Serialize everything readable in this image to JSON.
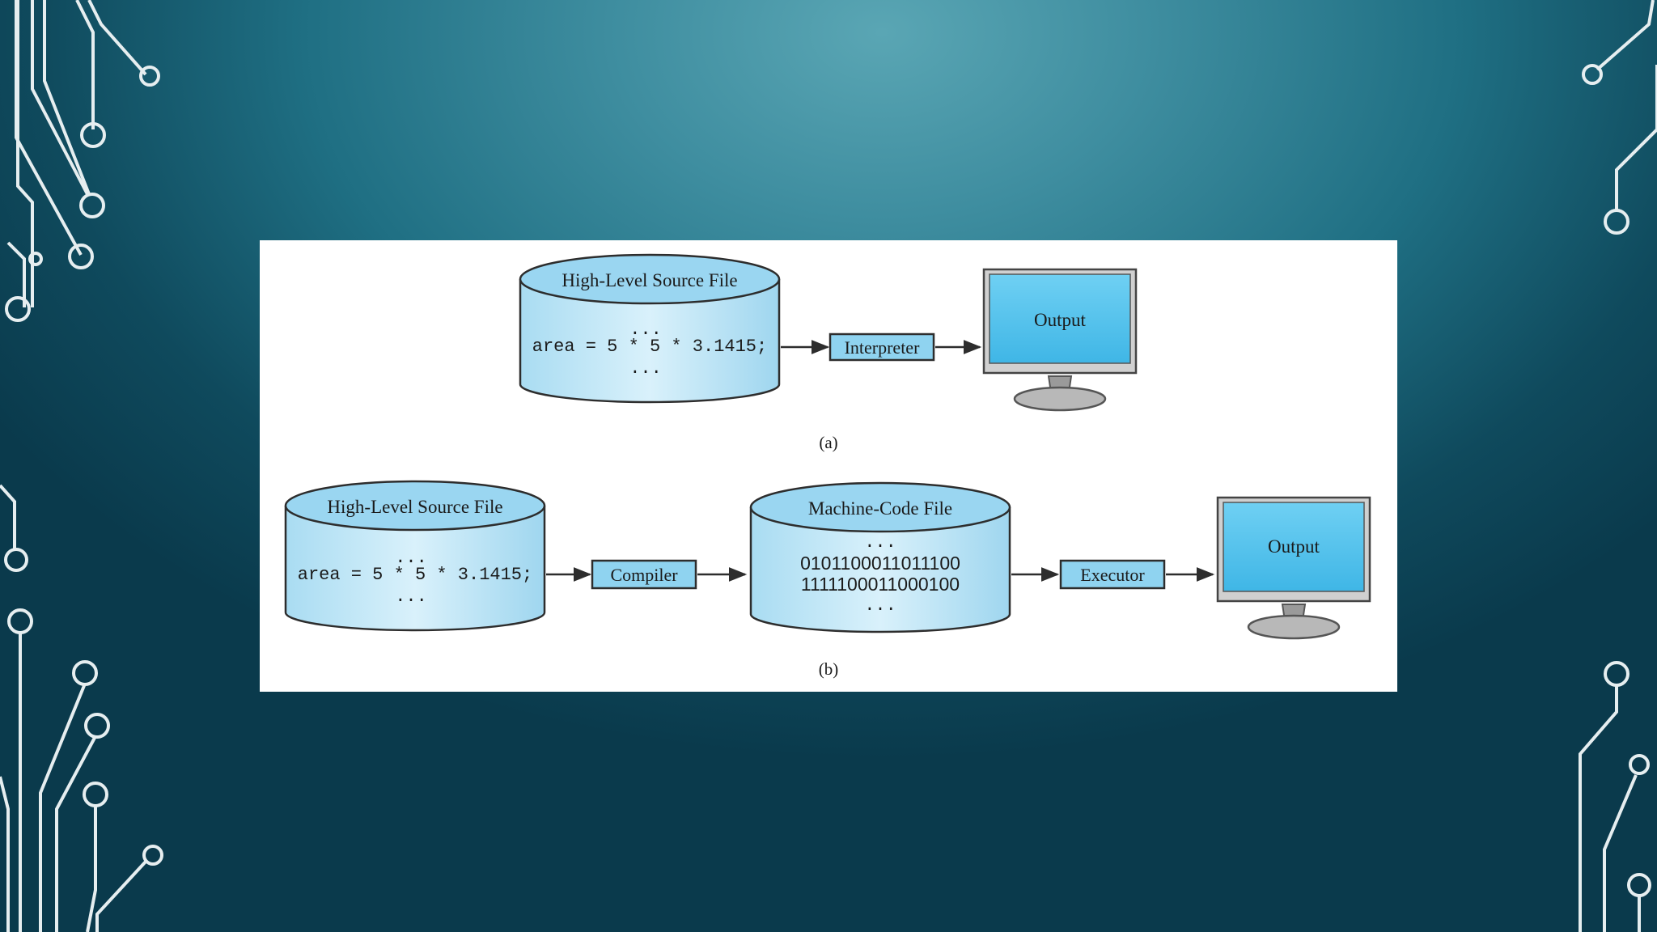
{
  "diagram_a": {
    "source_file": {
      "title": "High-Level Source File",
      "dots_top": "...",
      "code": "area = 5 * 5 * 3.1415;",
      "dots_bottom": "..."
    },
    "process": "Interpreter",
    "monitor": "Output",
    "caption": "(a)"
  },
  "diagram_b": {
    "source_file": {
      "title": "High-Level Source File",
      "dots_top": "...",
      "code": "area = 5 * 5 * 3.1415;",
      "dots_bottom": "..."
    },
    "compiler": "Compiler",
    "machine_file": {
      "title": "Machine-Code File",
      "dots_top": "...",
      "line1": "0101100011011100",
      "line2": "1111100011000100",
      "dots_bottom": "..."
    },
    "executor": "Executor",
    "monitor": "Output",
    "caption": "(b)"
  },
  "colors": {
    "fill_light": "#bfe6f7",
    "fill_mid": "#8fd3f0",
    "screen": "#4cc0ec",
    "stroke": "#2d2d2d",
    "circuit": "#e6eef0"
  }
}
